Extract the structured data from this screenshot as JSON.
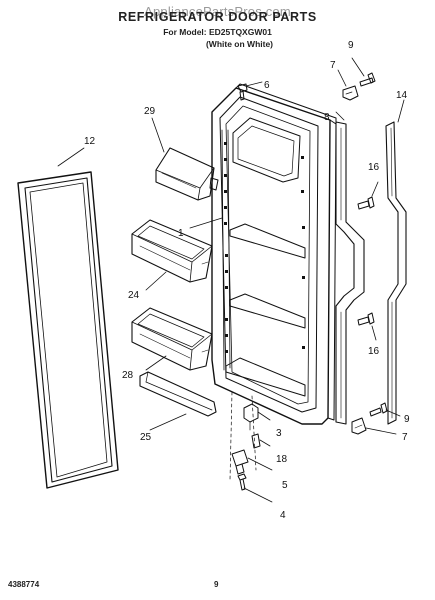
{
  "header": {
    "watermark": "AppliancePartsPros.com",
    "title": "REFRIGERATOR DOOR PARTS",
    "model_line": "For Model: ED25TQXGW01",
    "color_line": "(White on White)"
  },
  "footer": {
    "doc_number": "4388774",
    "page_number": "9"
  },
  "callouts": {
    "c6": "6",
    "c9a": "9",
    "c7a": "7",
    "c29": "29",
    "c8": "8",
    "c14": "14",
    "c12": "12",
    "c16a": "16",
    "c1": "1",
    "c24": "24",
    "c16b": "16",
    "c28": "28",
    "c25": "25",
    "c3": "3",
    "c9b": "9",
    "c7b": "7",
    "c18": "18",
    "c5": "5",
    "c4": "4"
  },
  "colors": {
    "line": "#111111",
    "background": "#ffffff",
    "watermark": "#9a9a9a"
  }
}
